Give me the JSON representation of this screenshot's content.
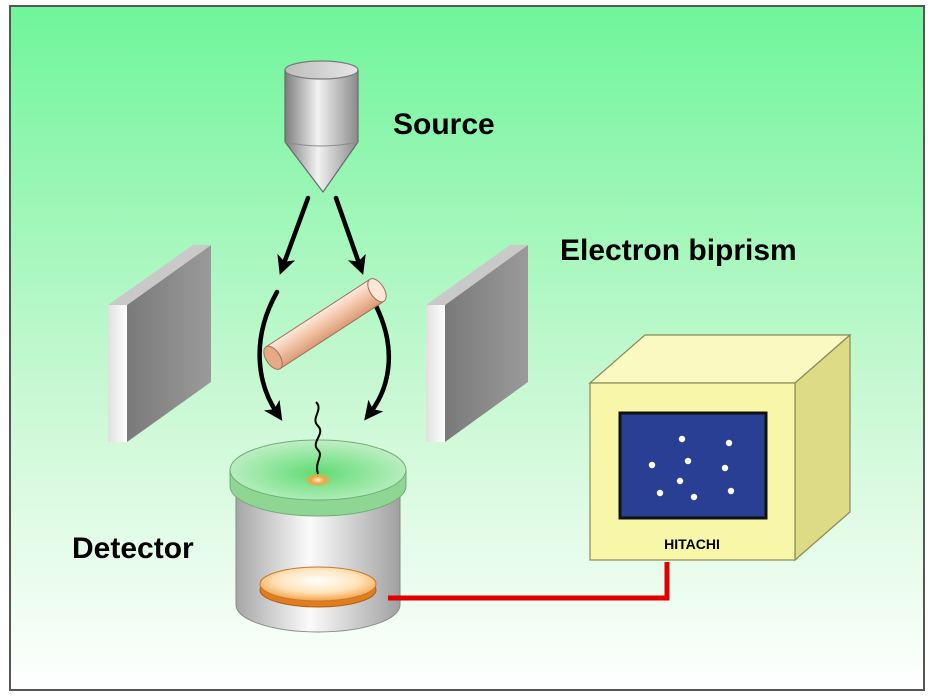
{
  "labels": {
    "source": "Source",
    "biprism": "Electron biprism",
    "detector": "Detector"
  },
  "monitor": {
    "brand": "HITACHI",
    "screen_dot_count": 9
  },
  "colors": {
    "background_top": "#6ff59a",
    "background_bottom": "#ffffff",
    "frame": "#555555",
    "biprism_wire": "#f2c7a8",
    "detector_top": "#9be7a0",
    "cable": "#dd0000",
    "monitor_body": "#f8f6a8",
    "monitor_screen": "#283f93",
    "spot": "#f29a3a"
  }
}
